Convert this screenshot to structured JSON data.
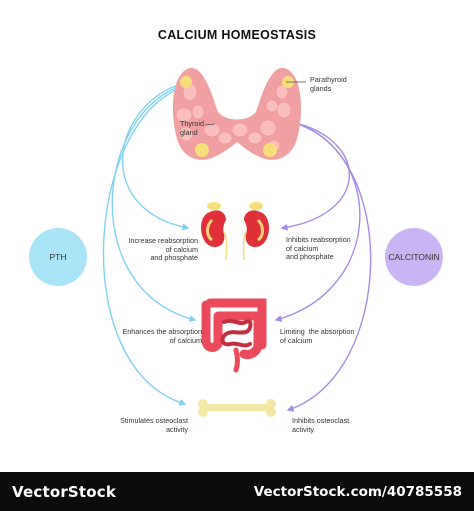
{
  "title": "CALCIUM HOMEOSTASIS",
  "hormones": {
    "left": {
      "name": "PTH",
      "color": "#a9e4f8"
    },
    "right": {
      "name": "CALCITONIN",
      "color": "#c9b5f3"
    }
  },
  "glands": {
    "parathyroid": "Parathyroid\nglands",
    "thyroid": "Thyroid\ngland"
  },
  "effects": {
    "pth": [
      "Increase reabsorption\nof calcium\nand phosphate",
      "Enhances the absorption\nof calcium",
      "Stimulates osteoclast\nactivity"
    ],
    "calcitonin": [
      "Inhibits reabsorption\nof calcium\nand phosphate",
      "Limiting  the absorption\nof calcium",
      "Inhibits osteoclast\nactivity"
    ]
  },
  "colors": {
    "pth_arrow": "#7fd3ef",
    "calcitonin_arrow": "#a58be8",
    "thyroid": "#f0a0a0",
    "parathyroid": "#f6df7a",
    "kidney": "#e0303a",
    "intestine": "#ea4a5a",
    "bone": "#f3e7a5"
  },
  "footer": {
    "brand": "VectorStock",
    "url": "VectorStock.com/40785558"
  }
}
